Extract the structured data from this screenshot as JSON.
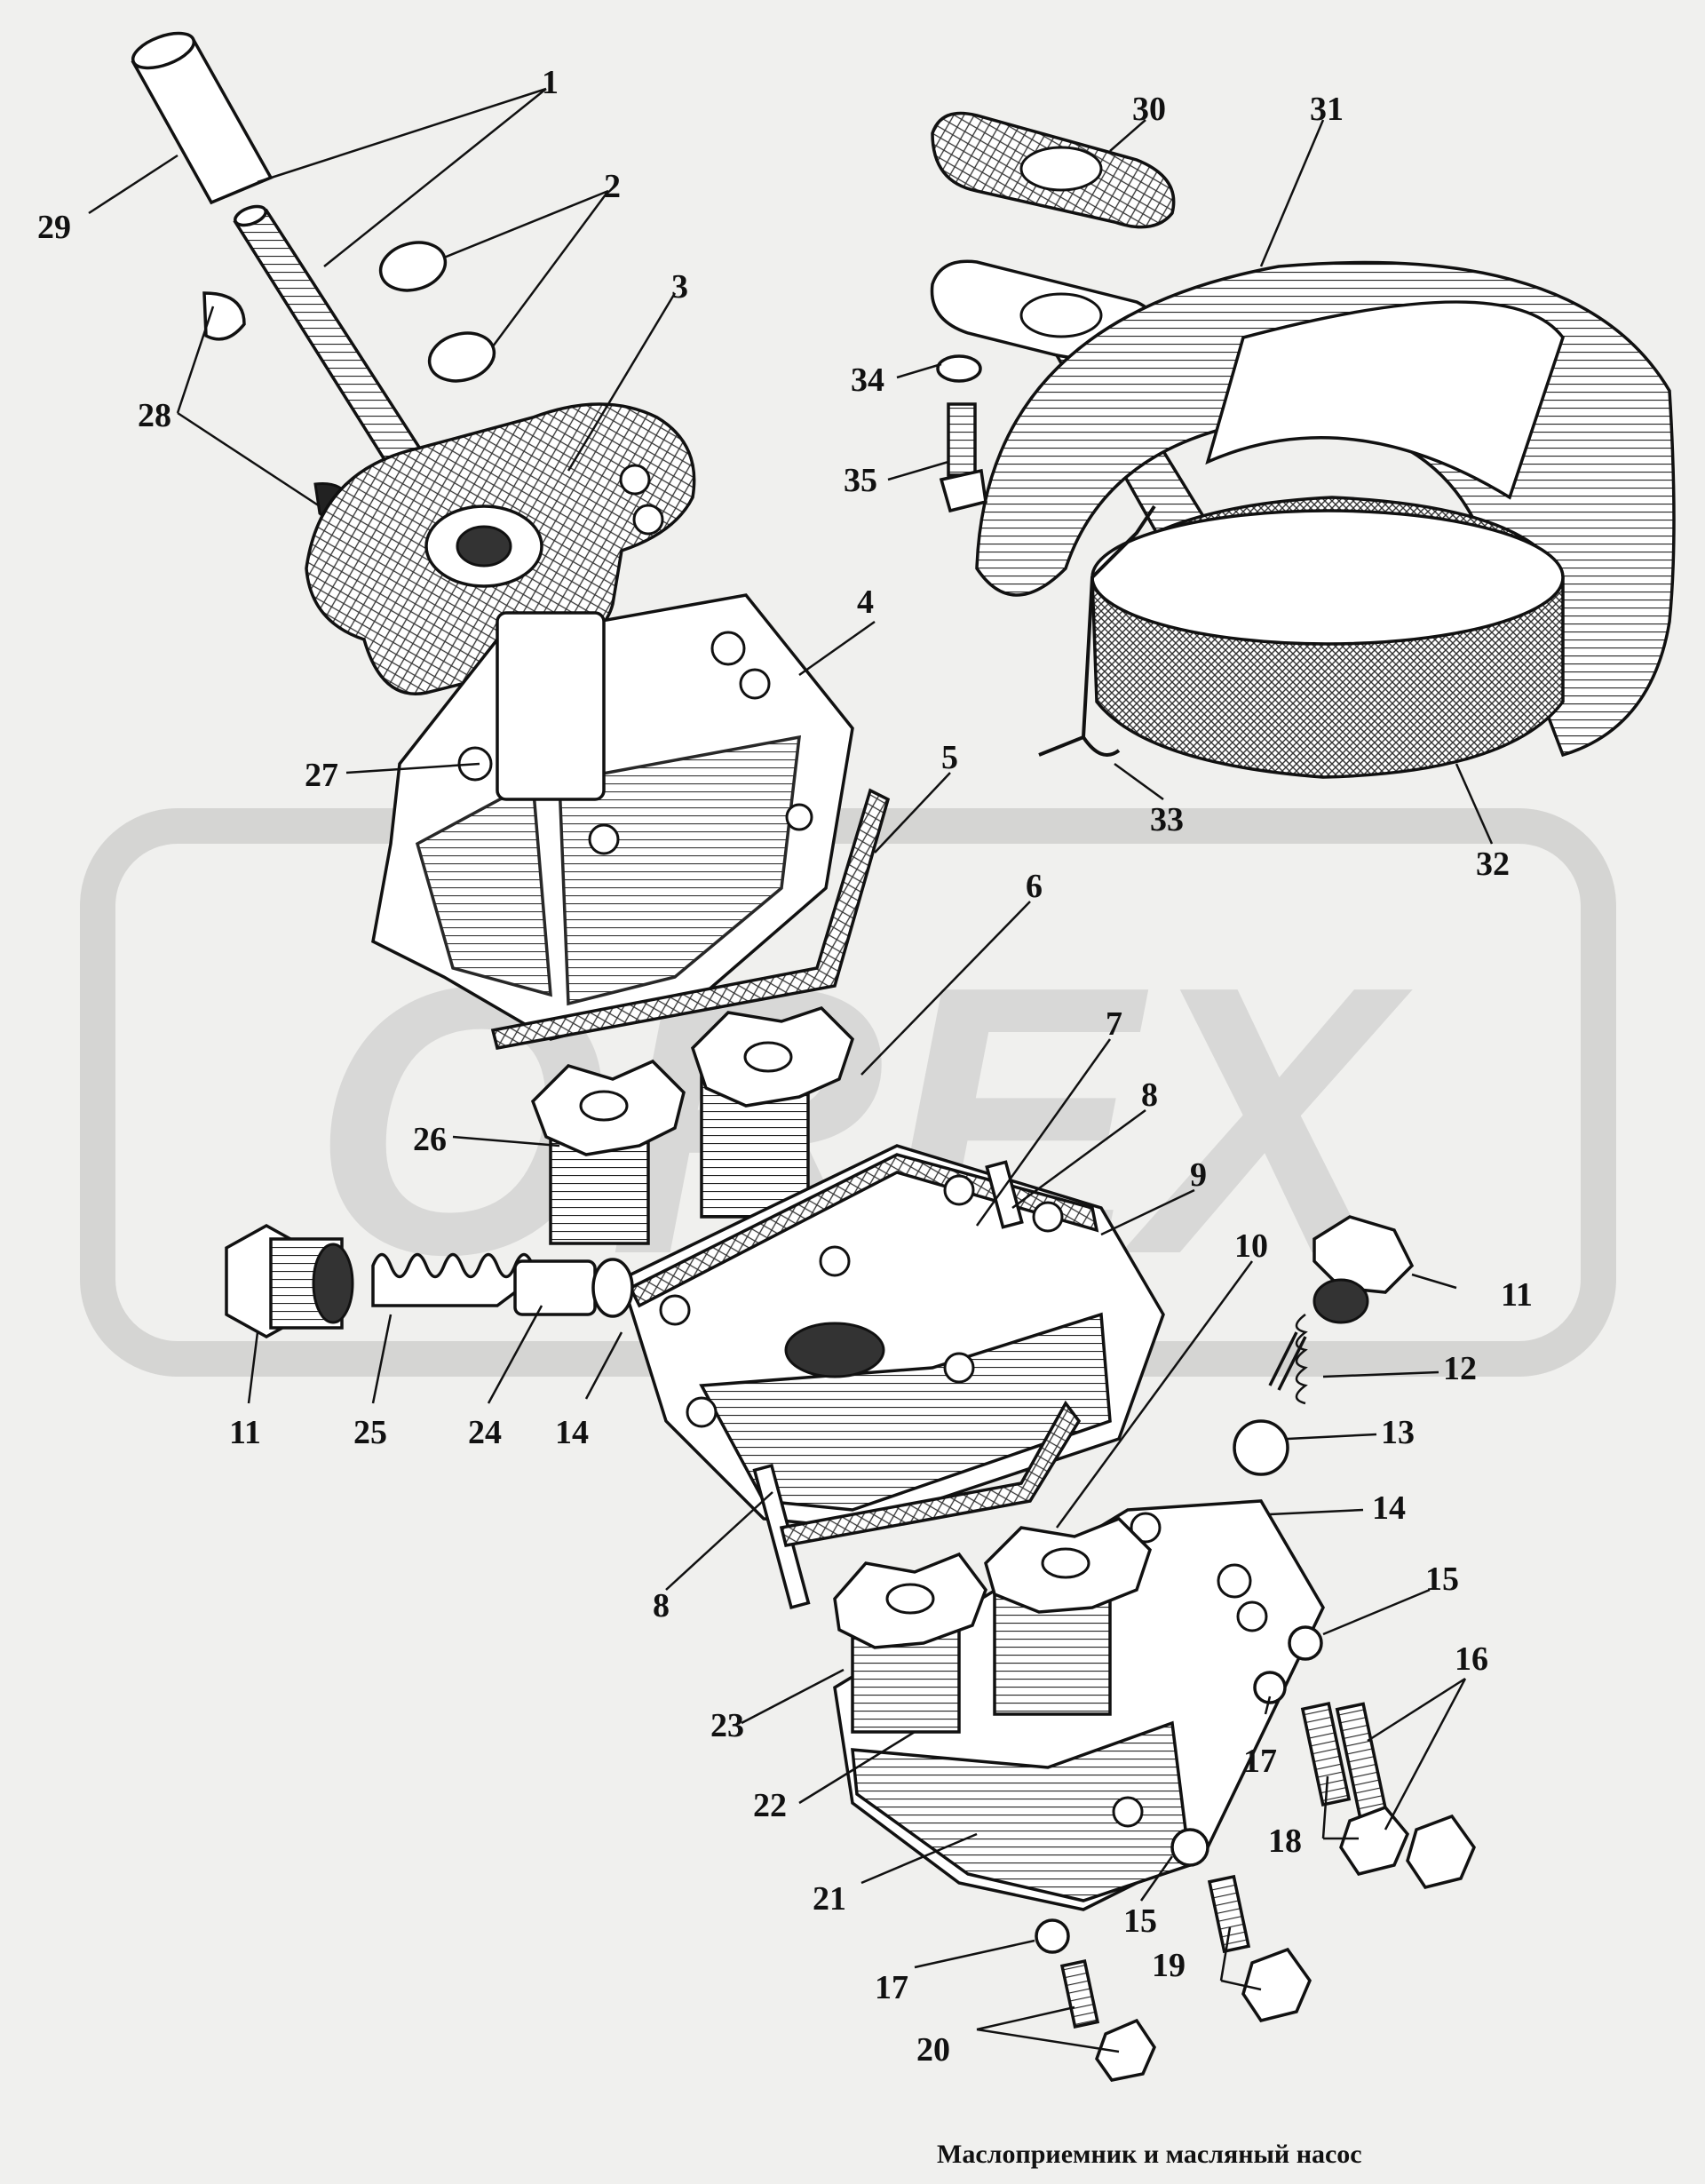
{
  "caption": "Маслоприемник и масляный насос",
  "watermark": "OREX",
  "callouts": [
    {
      "num": "1"
    },
    {
      "num": "2"
    },
    {
      "num": "3"
    },
    {
      "num": "4"
    },
    {
      "num": "5"
    },
    {
      "num": "6"
    },
    {
      "num": "7"
    },
    {
      "num": "8"
    },
    {
      "num": "9"
    },
    {
      "num": "10"
    },
    {
      "num": "11"
    },
    {
      "num": "12"
    },
    {
      "num": "13"
    },
    {
      "num": "14"
    },
    {
      "num": "15"
    },
    {
      "num": "16"
    },
    {
      "num": "17"
    },
    {
      "num": "18"
    },
    {
      "num": "19"
    },
    {
      "num": "20"
    },
    {
      "num": "21"
    },
    {
      "num": "22"
    },
    {
      "num": "23"
    },
    {
      "num": "24"
    },
    {
      "num": "25"
    },
    {
      "num": "26"
    },
    {
      "num": "27"
    },
    {
      "num": "28"
    },
    {
      "num": "29"
    },
    {
      "num": "30"
    },
    {
      "num": "31"
    },
    {
      "num": "32"
    },
    {
      "num": "33"
    },
    {
      "num": "34"
    },
    {
      "num": "35"
    },
    {
      "num": "11"
    },
    {
      "num": "14"
    },
    {
      "num": "8"
    },
    {
      "num": "15"
    },
    {
      "num": "17"
    }
  ]
}
